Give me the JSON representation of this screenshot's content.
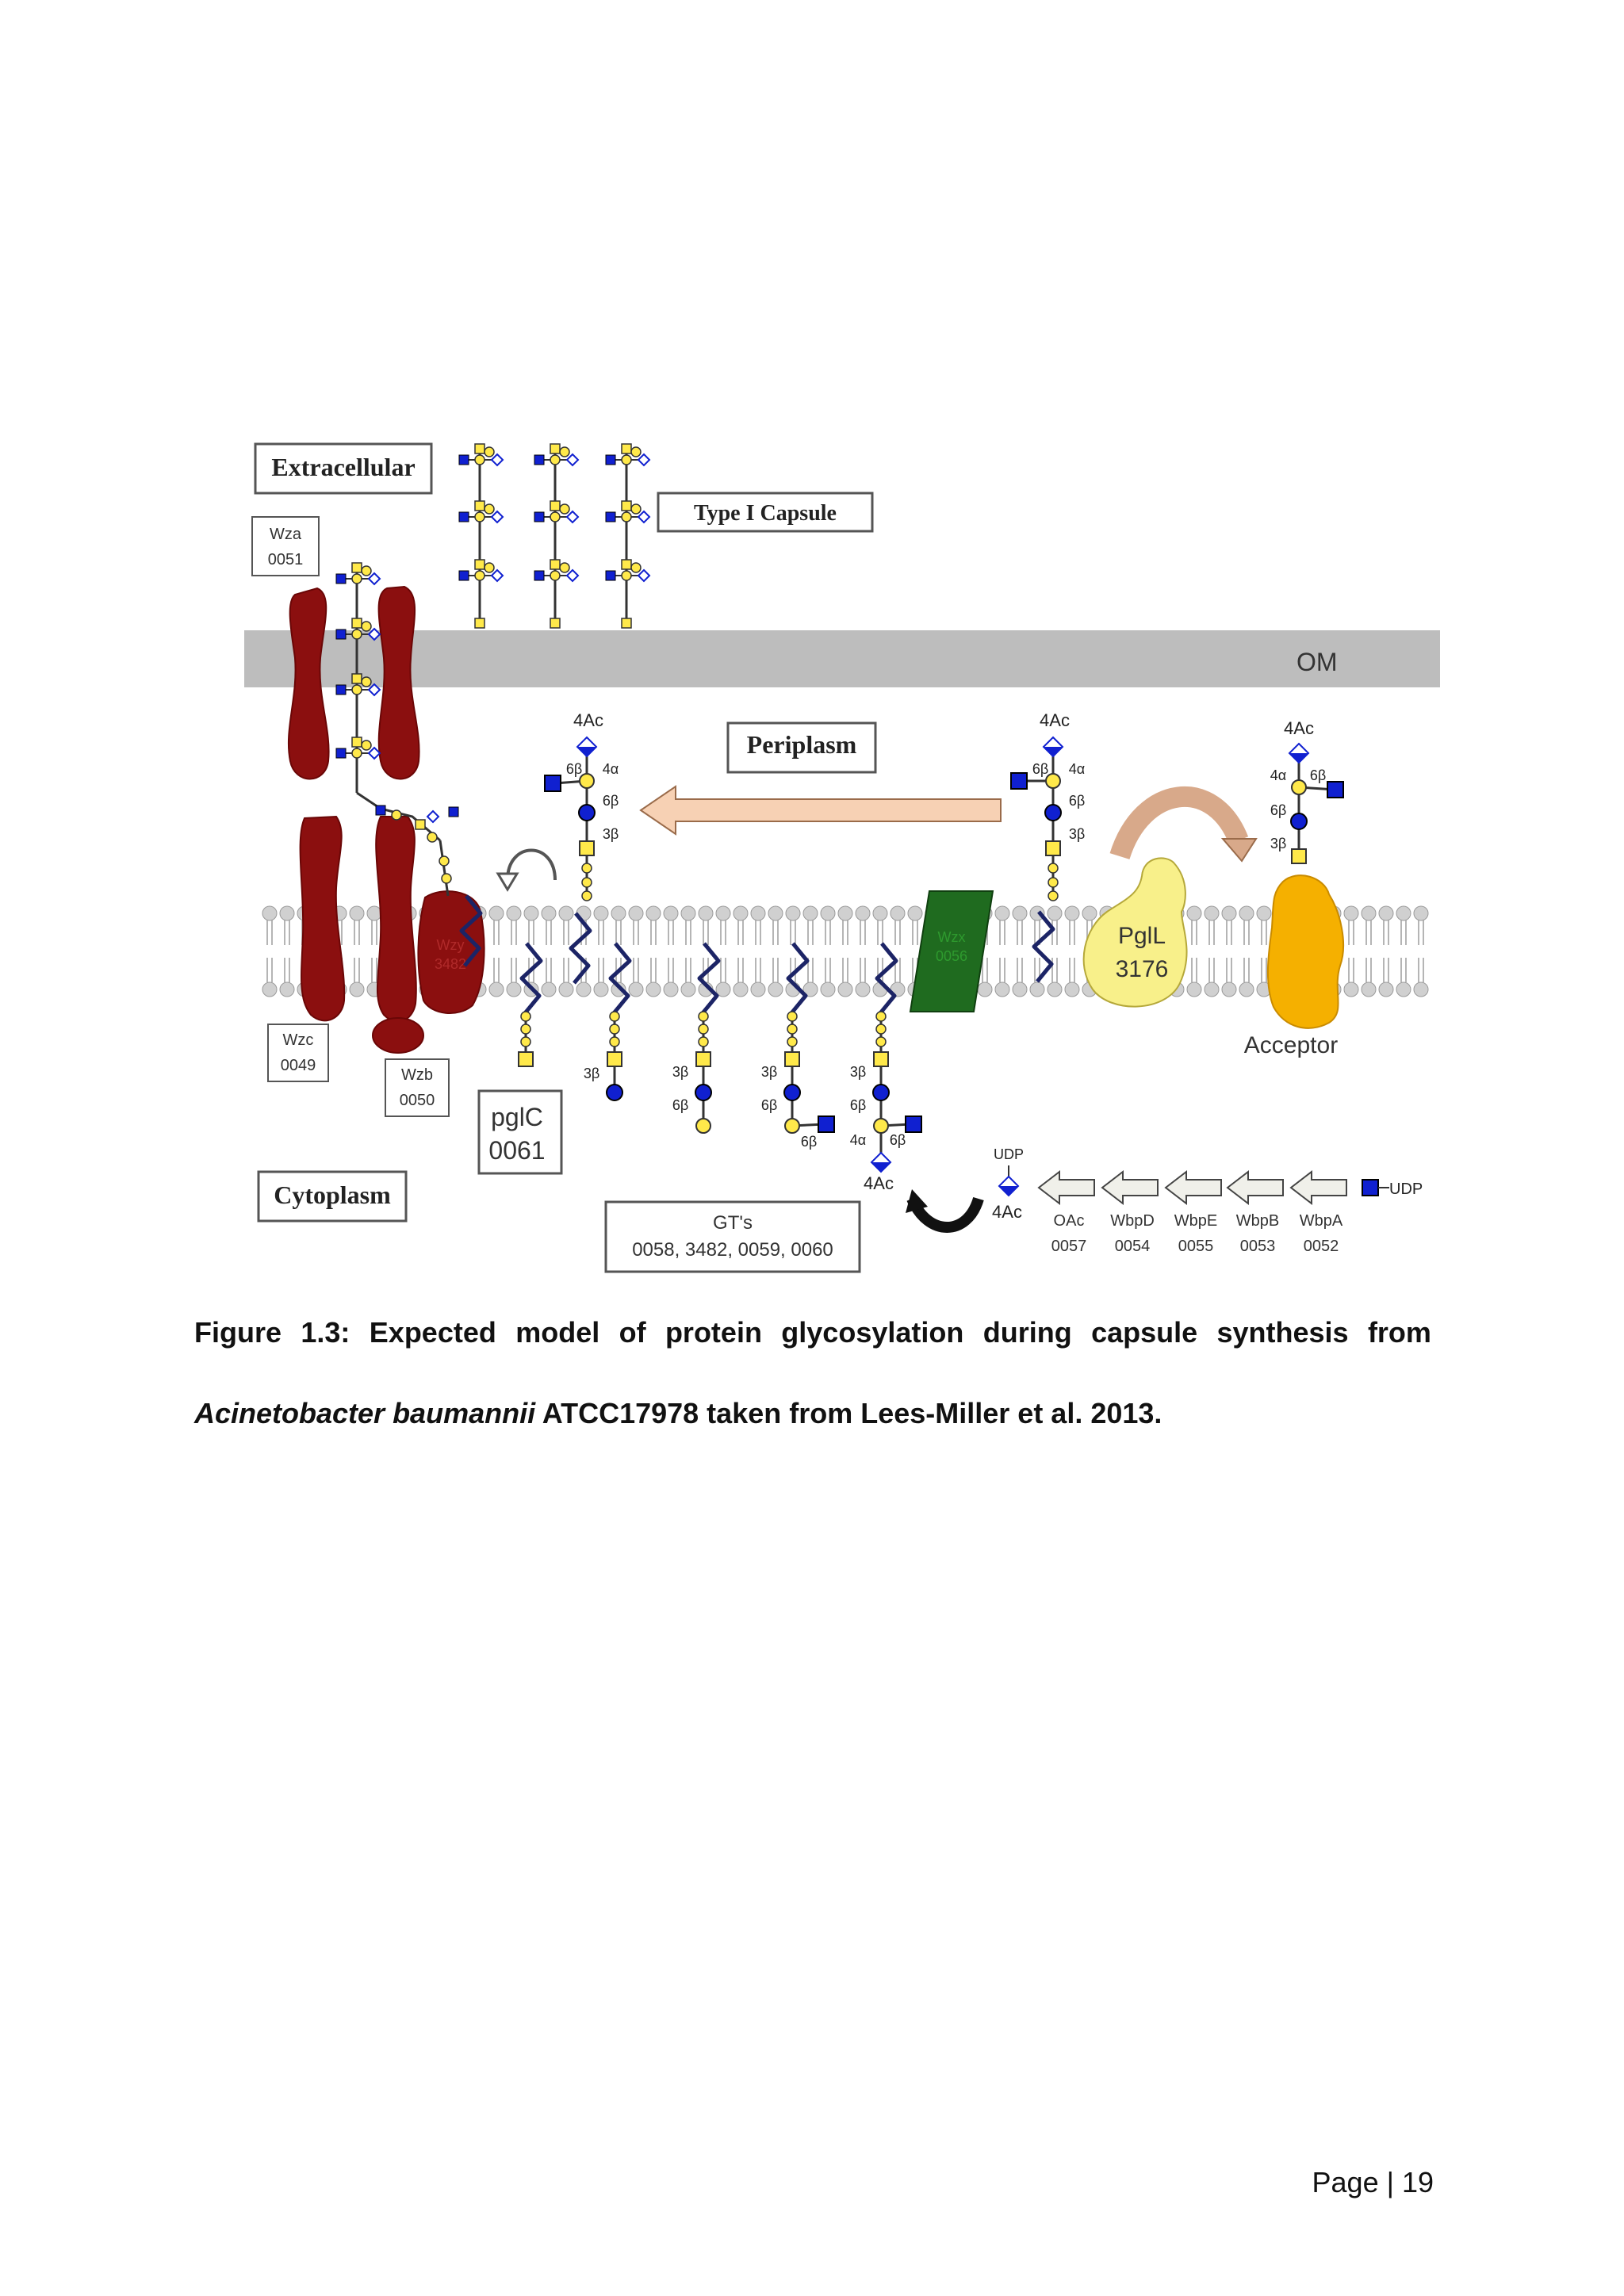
{
  "figure": {
    "labels": {
      "extracellular": "Extracellular",
      "type1_capsule": "Type I Capsule",
      "om": "OM",
      "periplasm": "Periplasm",
      "cytoplasm": "Cytoplasm",
      "acceptor": "Acceptor",
      "udp_top": "UDP",
      "udp_right": "UDP"
    },
    "proteins": {
      "wza": {
        "name": "Wza",
        "id": "0051"
      },
      "wzc": {
        "name": "Wzc",
        "id": "0049"
      },
      "wzb": {
        "name": "Wzb",
        "id": "0050"
      },
      "wzy": {
        "name": "Wzy",
        "id": "3482"
      },
      "wzx": {
        "name": "Wzx",
        "id": "0056"
      },
      "pglc": {
        "name": "pglC",
        "id": "0061"
      },
      "pgll": {
        "name": "PglL",
        "id": "3176"
      },
      "gts": {
        "name": "GT's",
        "ids": "0058, 3482, 0059, 0060"
      }
    },
    "genes": [
      {
        "name": "OAc",
        "id": "0057"
      },
      {
        "name": "WbpD",
        "id": "0054"
      },
      {
        "name": "WbpE",
        "id": "0055"
      },
      {
        "name": "WbpB",
        "id": "0053"
      },
      {
        "name": "WbpA",
        "id": "0052"
      }
    ],
    "linkages": {
      "ac4": "4Ac",
      "a4": "4α",
      "b6": "6β",
      "b3": "3β"
    },
    "colors": {
      "membrane_om": "#bdbdbd",
      "protein_red": "#8b0f0f",
      "wzx_green": "#1f6b1f",
      "pgll_yellow": "#f8f08a",
      "acceptor_orange": "#f5b000",
      "arrow_peach": "#f7d1b4",
      "glc_blue": "#1020d0",
      "gal_yellow": "#ffe94a"
    }
  },
  "caption": {
    "line1_words": [
      "Figure",
      "1.3:",
      "Expected",
      "model",
      "of",
      "protein",
      "glycosylation",
      "during",
      "capsule",
      "synthesis",
      "from"
    ],
    "line2_italic": "Acinetobacter baumannii",
    "line2_rest": " ATCC17978 taken from Lees-Miller et al. 2013."
  },
  "page": {
    "label": "Page | 19"
  }
}
